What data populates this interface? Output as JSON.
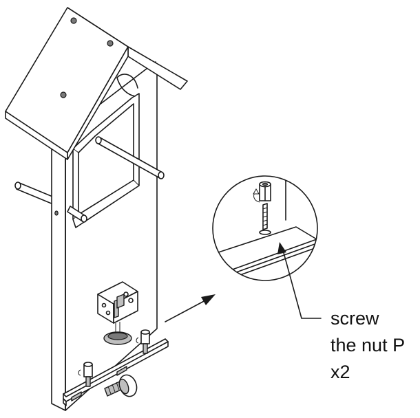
{
  "callout": {
    "line1": "screw",
    "line2": "the nut P",
    "line3": "x2"
  },
  "colors": {
    "ink": "#1a1a1a",
    "shade": "#bfbfbf",
    "dark": "#7a7a7a",
    "background": "#ffffff"
  }
}
